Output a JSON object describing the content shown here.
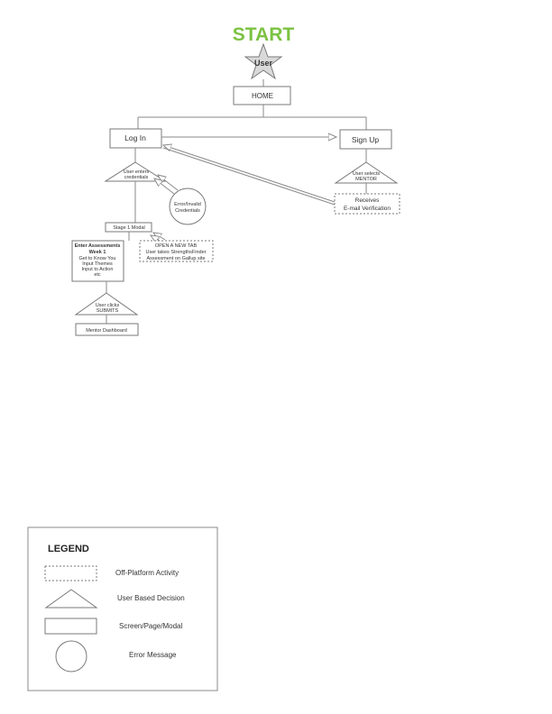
{
  "start": {
    "title": "START",
    "star_label": "User"
  },
  "nodes": {
    "home": "HOME",
    "login": "Log In",
    "signup": "Sign Up",
    "user_enters_1": "User enters",
    "user_enters_2": "credentials",
    "error_1": "Error/Invalid",
    "error_2": "Credentials",
    "user_selects_1": "User selects",
    "user_selects_2": "MENTOR",
    "email_1": "Receives",
    "email_2": "E-mail Verification",
    "stage_modal": "Stage  1 Modal",
    "assess_1": "Enter Assessments",
    "assess_2": "Week 1",
    "assess_3": "Get to Know You",
    "assess_4": "Input Themes",
    "assess_5": "Input to Action",
    "assess_6": "etc",
    "newtab_1": "OPEN A NEW TAB",
    "newtab_2": "User takes StrengthsFinder",
    "newtab_3": "Assessment on Gallup site",
    "clicks_1": "User clicks",
    "clicks_2": "SUBMITS",
    "dashboard": "Mentor Dashboard"
  },
  "legend": {
    "title": "LEGEND",
    "items": [
      {
        "label": "Off-Platform Activity",
        "icon": "dashed-rectangle"
      },
      {
        "label": "User Based Decision",
        "icon": "triangle"
      },
      {
        "label": "Screen/Page/Modal",
        "icon": "rectangle"
      },
      {
        "label": "Error Message",
        "icon": "circle"
      }
    ]
  },
  "colors": {
    "start": "#7cc242",
    "line": "#8a8a8a",
    "star": "#d9d9d9"
  }
}
